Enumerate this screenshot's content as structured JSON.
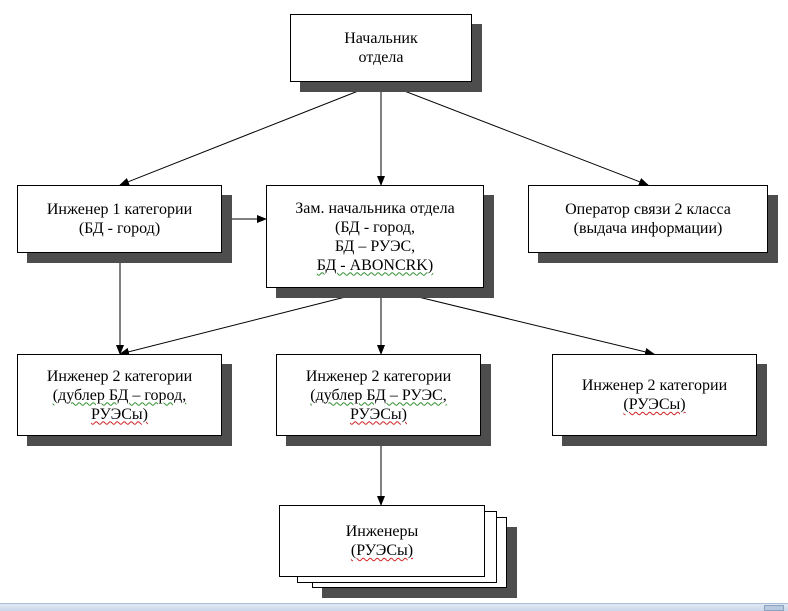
{
  "diagram": {
    "head": {
      "line1": "Начальник",
      "line2": "отдела"
    },
    "engineer1": {
      "line1": "Инженер 1 категории",
      "line2": "(БД - город)"
    },
    "deputy": {
      "line1": "Зам. начальника отдела",
      "line2": "(БД - город,",
      "line3": "БД – РУЭС,",
      "line4": "БД - ABONCRK)"
    },
    "operator": {
      "line1": "Оператор  связи  2 класса",
      "line2": "(выдача  информации)"
    },
    "engineer2_city": {
      "line1": "Инженер 2 категории",
      "line2": "(дублер БД – город,",
      "line3": "РУЭСы)"
    },
    "engineer2_rues": {
      "line1": "Инженер 2 категории",
      "line2": "(дублер БД – РУЭС,",
      "line3": "РУЭСы)"
    },
    "engineer2_ruesy": {
      "line1": "Инженер 2 категории",
      "line2": "(РУЭСы)"
    },
    "engineers": {
      "line1": "Инженеры",
      "line2": "(РУЭСы)"
    }
  }
}
